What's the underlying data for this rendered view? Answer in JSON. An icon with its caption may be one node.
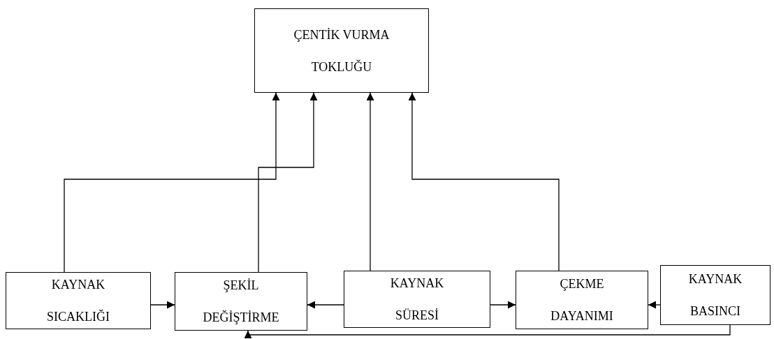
{
  "diagram": {
    "nodes": [
      {
        "text": [
          "ÇENTİK VURMA TOKLUĞU"
        ]
      },
      {
        "text": [
          "KAYNAK SICAKLIĞI"
        ]
      },
      {
        "text": [
          "ŞEKİL DEĞİŞTİRME"
        ]
      },
      {
        "text": [
          "KAYNAK SÜRESİ"
        ]
      },
      {
        "text": [
          "ÇEKME DAYANIMI"
        ]
      },
      {
        "text": [
          "KAYNAK BASINCI"
        ]
      }
    ],
    "edges": [
      {
        "from": 1,
        "to": 0,
        "arrow": "to"
      },
      {
        "from": 2,
        "to": 0,
        "arrow": "to"
      },
      {
        "from": 3,
        "to": 0,
        "arrow": "to"
      },
      {
        "from": 4,
        "to": 0,
        "arrow": "to"
      },
      {
        "from": 1,
        "to": 2,
        "arrow": "to"
      },
      {
        "from": 3,
        "to": 2,
        "arrow": "to"
      },
      {
        "from": 3,
        "to": 4,
        "arrow": "to"
      },
      {
        "from": 5,
        "to": 4,
        "arrow": "to"
      },
      {
        "from": 5,
        "to": 2,
        "arrow": "to"
      }
    ]
  }
}
